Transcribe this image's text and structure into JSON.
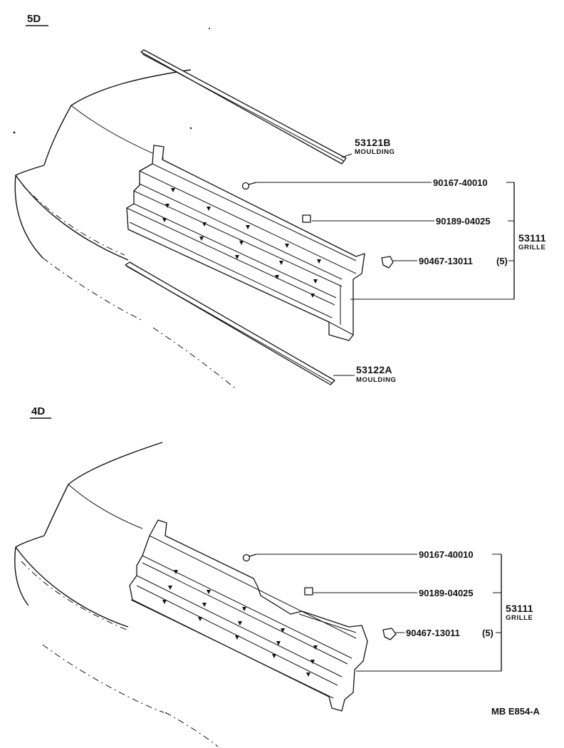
{
  "sections": [
    {
      "variant_label": "5D",
      "callouts": [
        {
          "part_no": "53121B",
          "name": "MOULDING"
        },
        {
          "part_no": "90167-40010",
          "name": ""
        },
        {
          "part_no": "90189-04025",
          "name": ""
        },
        {
          "part_no": "53111",
          "name": "GRILLE"
        },
        {
          "part_no": "90467-13011",
          "qty": "(5)"
        },
        {
          "part_no": "53122A",
          "name": "MOULDING"
        }
      ]
    },
    {
      "variant_label": "4D",
      "callouts": [
        {
          "part_no": "90167-40010",
          "name": ""
        },
        {
          "part_no": "90189-04025",
          "name": ""
        },
        {
          "part_no": "53111",
          "name": "GRILLE"
        },
        {
          "part_no": "90467-13011",
          "qty": "(5)"
        }
      ]
    }
  ],
  "figure_code": "MB E854-A"
}
